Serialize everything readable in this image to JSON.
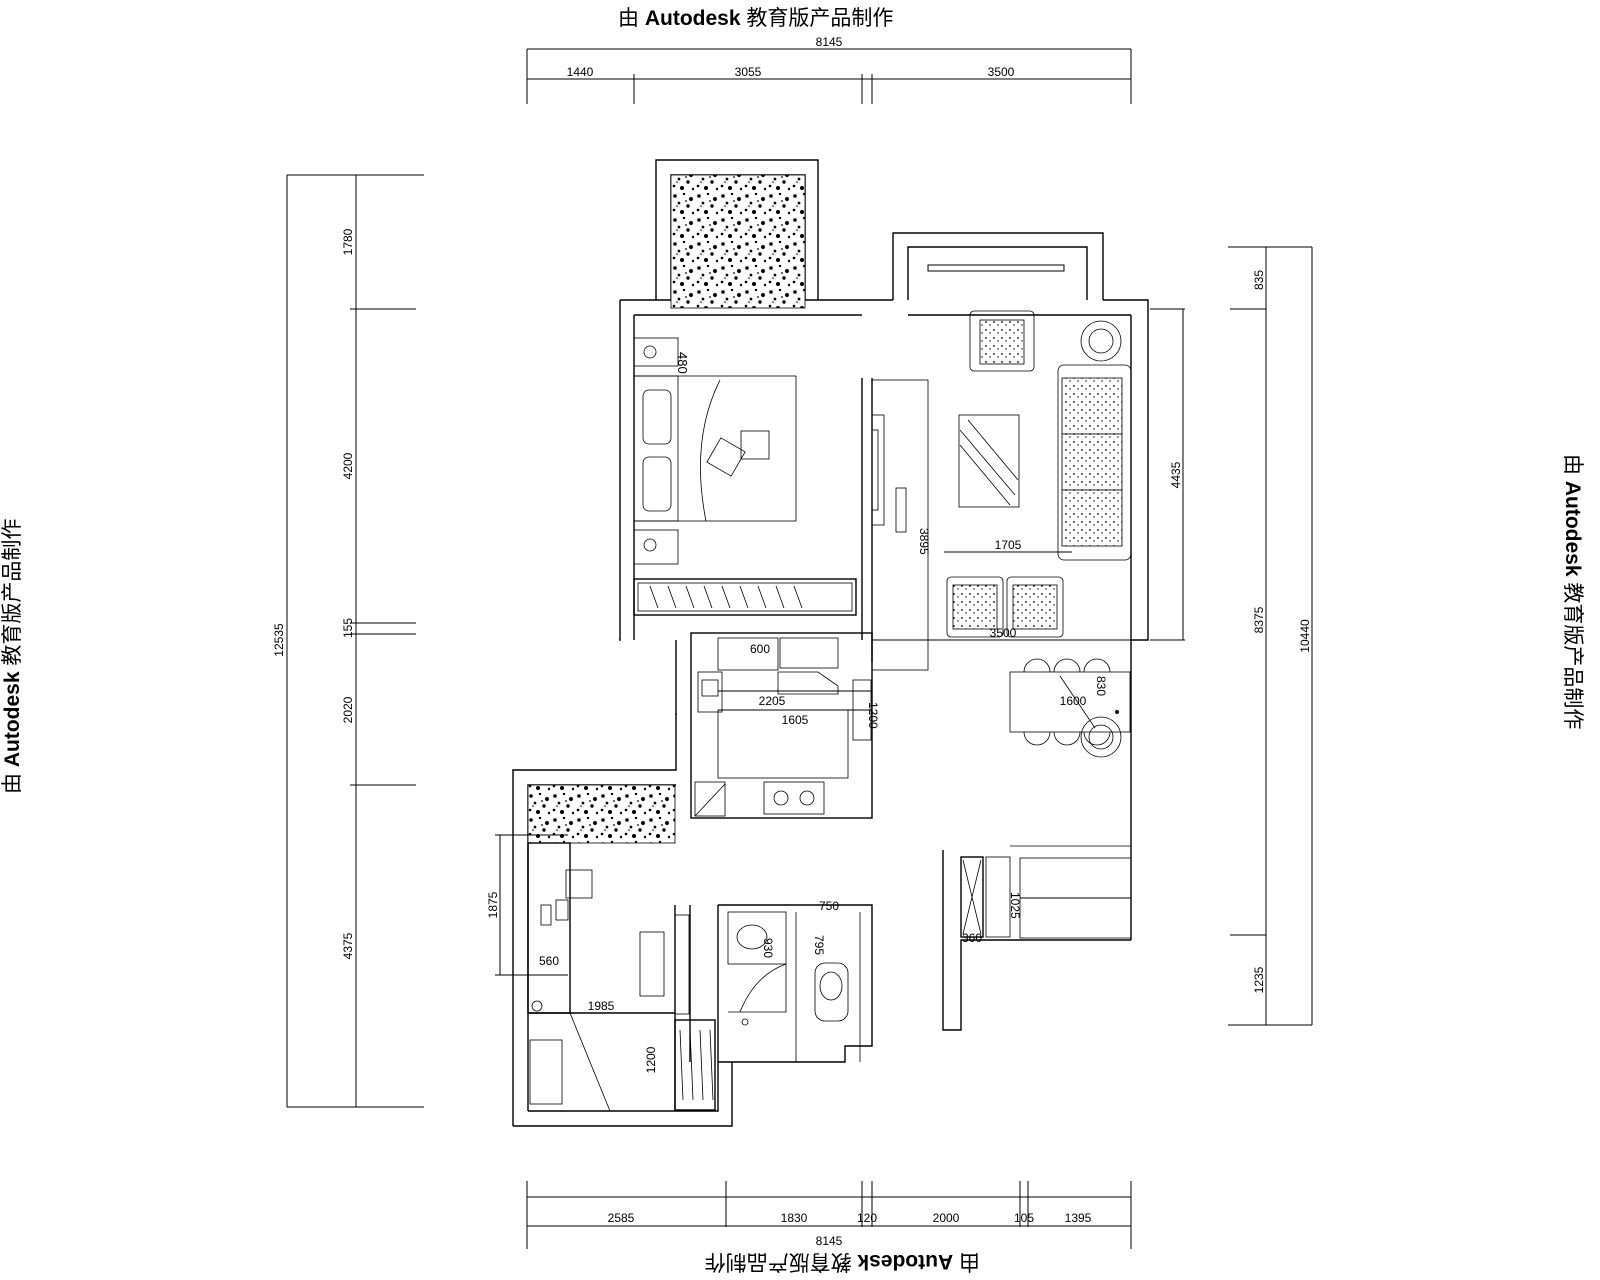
{
  "watermark": {
    "prefix": "由",
    "brand": "Autodesk",
    "suffix": "教育版产品制作"
  },
  "dimensions": {
    "top_total": "8145",
    "top_segments": [
      "1440",
      "3055",
      "3500"
    ],
    "bottom_total": "8145",
    "bottom_segments": [
      "2585",
      "1830",
      "120",
      "2000",
      "105",
      "1395"
    ],
    "left_total": "12535",
    "left_segments": [
      "1780",
      "4200",
      "155",
      "2020",
      "4375"
    ],
    "right_total": "10440",
    "right_inner": "8375",
    "right_segments": [
      "835",
      "4435",
      "1235"
    ]
  },
  "room_dims": {
    "bed_small": "480",
    "tv_wall": "3895",
    "sofa_zone_w": "1705",
    "living_w": "3500",
    "kitchen_600": "600",
    "kitchen_2205": "2205",
    "kitchen_1605": "1605",
    "kitchen_1200": "1200",
    "table_1600": "1600",
    "table_830": "830",
    "entry_1025": "1025",
    "entry_360": "360",
    "bath_750": "750",
    "bath_795": "795",
    "bath_930": "930",
    "study_1875": "1875",
    "study_560": "560",
    "study_1985": "1985",
    "wardrobe_1200": "1200"
  }
}
